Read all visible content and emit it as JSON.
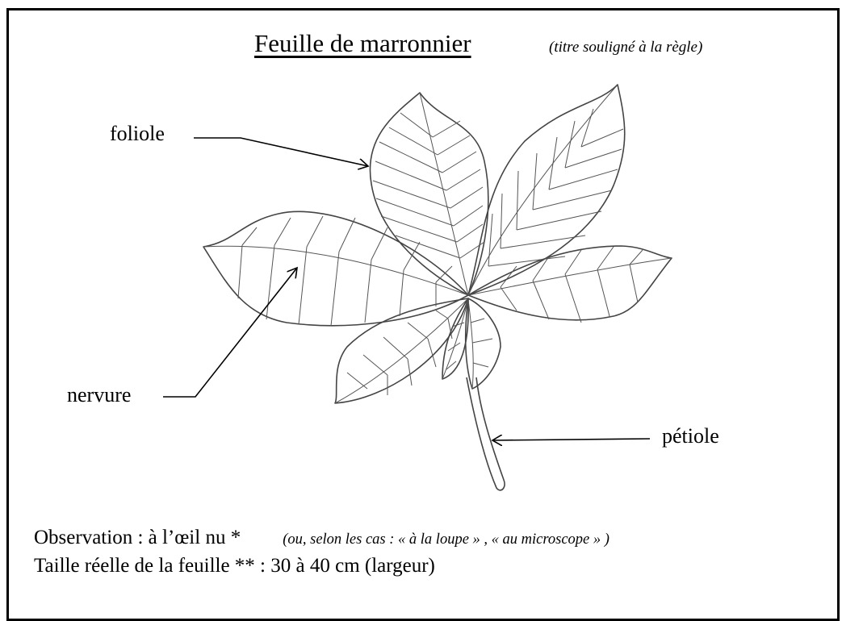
{
  "title": "Feuille de marronnier",
  "title_note": "(titre souligné à la règle)",
  "labels": {
    "foliole": "foliole",
    "nervure": "nervure",
    "petiole": "pétiole"
  },
  "observation": {
    "text": "Observation : à l’œil nu *",
    "note": "(ou, selon les cas : « à la loupe » , « au microscope » )"
  },
  "size": {
    "text": "Taille réelle de la feuille ** : 30 à 40 cm (largeur)"
  }
}
